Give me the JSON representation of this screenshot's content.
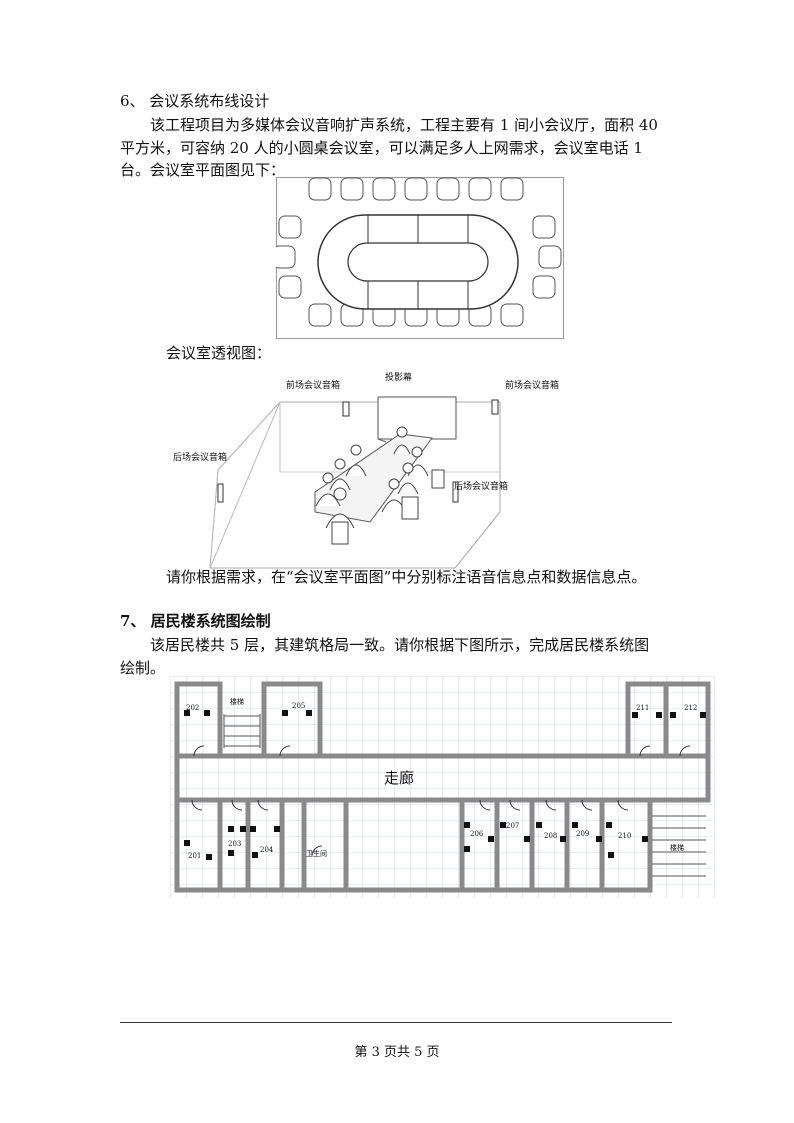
{
  "section6": {
    "heading": "6、 会议系统布线设计",
    "para_line1": "该工程项目为多媒体会议音响扩声系统，工程主要有 1 间小会议厅，面积 40",
    "para_line2": "平方米，可容纳 20 人的小圆桌会议室，可以满足多人上网需求，会议室电话 1",
    "para_line3": "台。会议室平面图见下：",
    "perspective_caption": "会议室透视图：",
    "instruction": "请你根据需求，在“会议室平面图”中分别标注语音信息点和数据信息点。"
  },
  "perspective_labels": {
    "screen": "投影幕",
    "front_left": "前场会议音箱",
    "front_right": "前场会议音箱",
    "rear_left": "后场会议音箱",
    "rear_right": "后场会议音箱"
  },
  "section7": {
    "heading": "7、 居民楼系统图绘制",
    "para_line1": "该居民楼共 5 层，其建筑格局一致。请你根据下图所示，完成居民楼系统图",
    "para_line2": "绘制。"
  },
  "floorplan": {
    "corridor": "走廊",
    "stair_top": "楼梯",
    "stair_right": "楼梯",
    "rooms": [
      "202",
      "205",
      "211",
      "212",
      "201",
      "203",
      "204",
      "206",
      "207",
      "208",
      "209",
      "210"
    ],
    "restroom": "卫生间"
  },
  "footer": {
    "page": "第 3 页共 5 页"
  }
}
